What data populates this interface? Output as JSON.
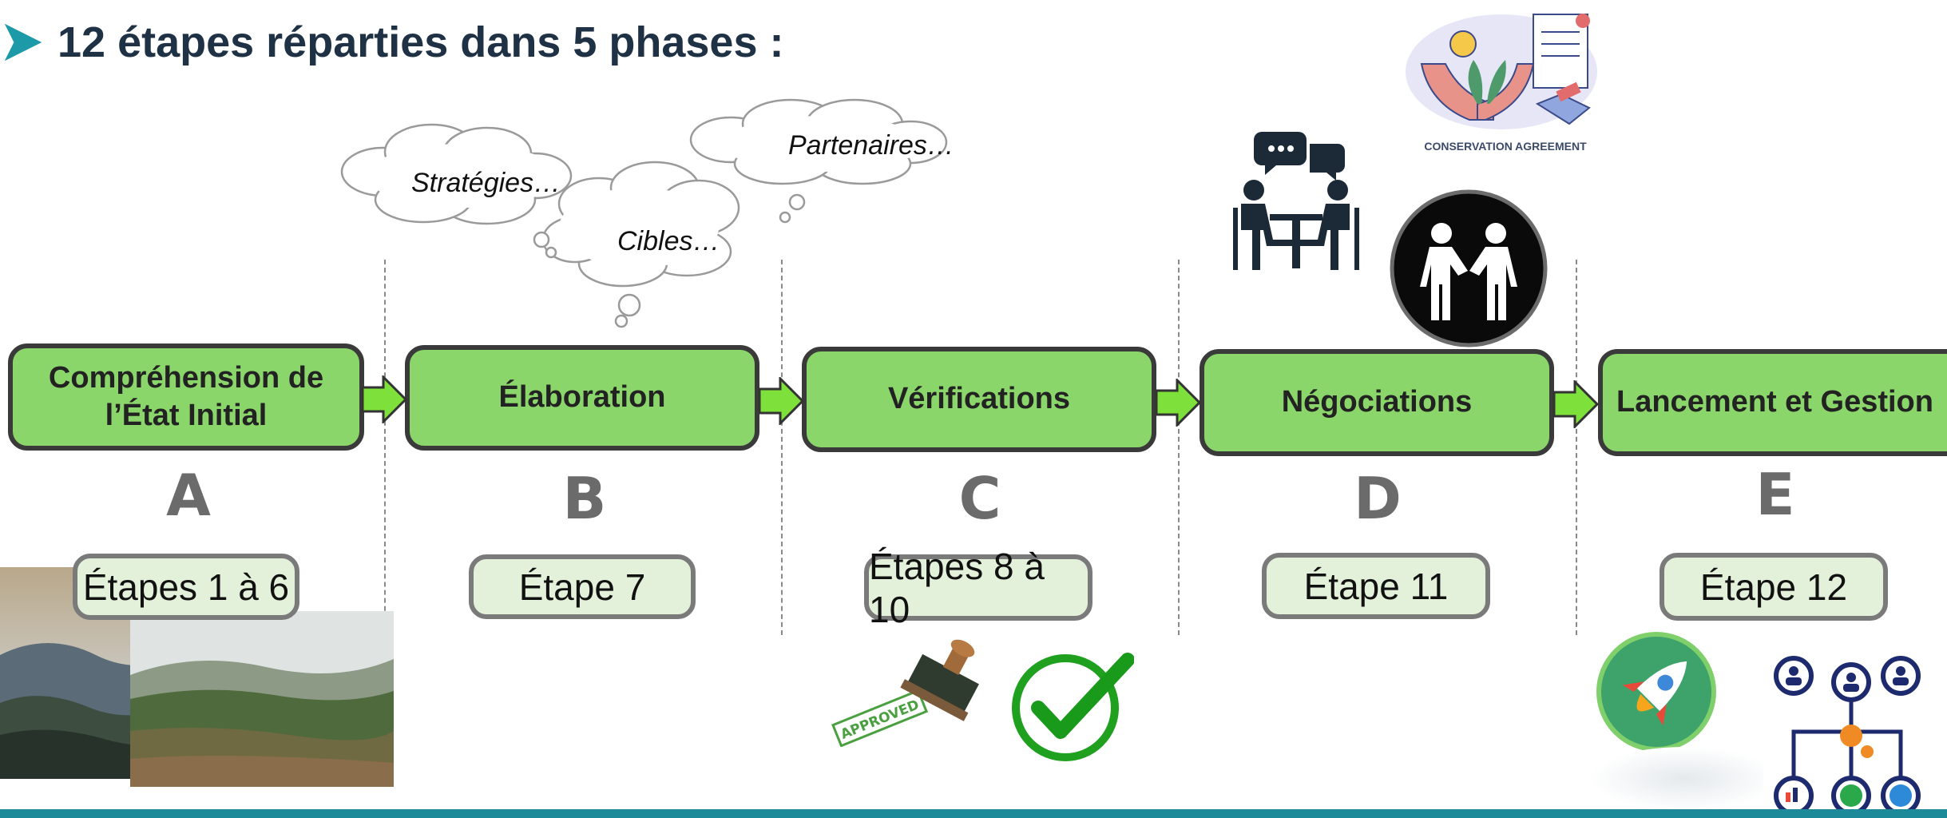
{
  "title": "12 étapes réparties dans 5 phases :",
  "thoughts": [
    "Stratégies…",
    "Cibles…",
    "Partenaires…"
  ],
  "phases": [
    {
      "name_line1": "Compréhension de",
      "name_line2": "l’État Initial",
      "letter": "A",
      "steps": "Étapes 1 à 6"
    },
    {
      "name": "Élaboration",
      "letter": "B",
      "steps": "Étape 7"
    },
    {
      "name": "Vérifications",
      "letter": "C",
      "steps": "Étapes 8 à 10"
    },
    {
      "name": "Négociations",
      "letter": "D",
      "steps": "Étape 11"
    },
    {
      "name": "Lancement et Gestion",
      "letter": "E",
      "steps": "Étape 12"
    }
  ],
  "stamp": {
    "text": "APPROVED"
  },
  "conservation": {
    "caption": "CONSERVATION AGREEMENT"
  },
  "colors": {
    "phase_fill": "#8bd66a",
    "phase_border": "#3a3a3a",
    "step_fill": "#e3f1db",
    "arrow": "#7ee03a",
    "accent_bar": "#1d8a99",
    "title": "#1f3144"
  },
  "icons": [
    "arrow-bullet-icon",
    "arrow-right-icon",
    "thought-cloud-icon",
    "meeting-icon",
    "handshake-icon",
    "conservation-agreement-icon",
    "approved-stamp-icon",
    "checkmark-icon",
    "rocket-icon",
    "management-network-icon",
    "landscape-photo"
  ]
}
